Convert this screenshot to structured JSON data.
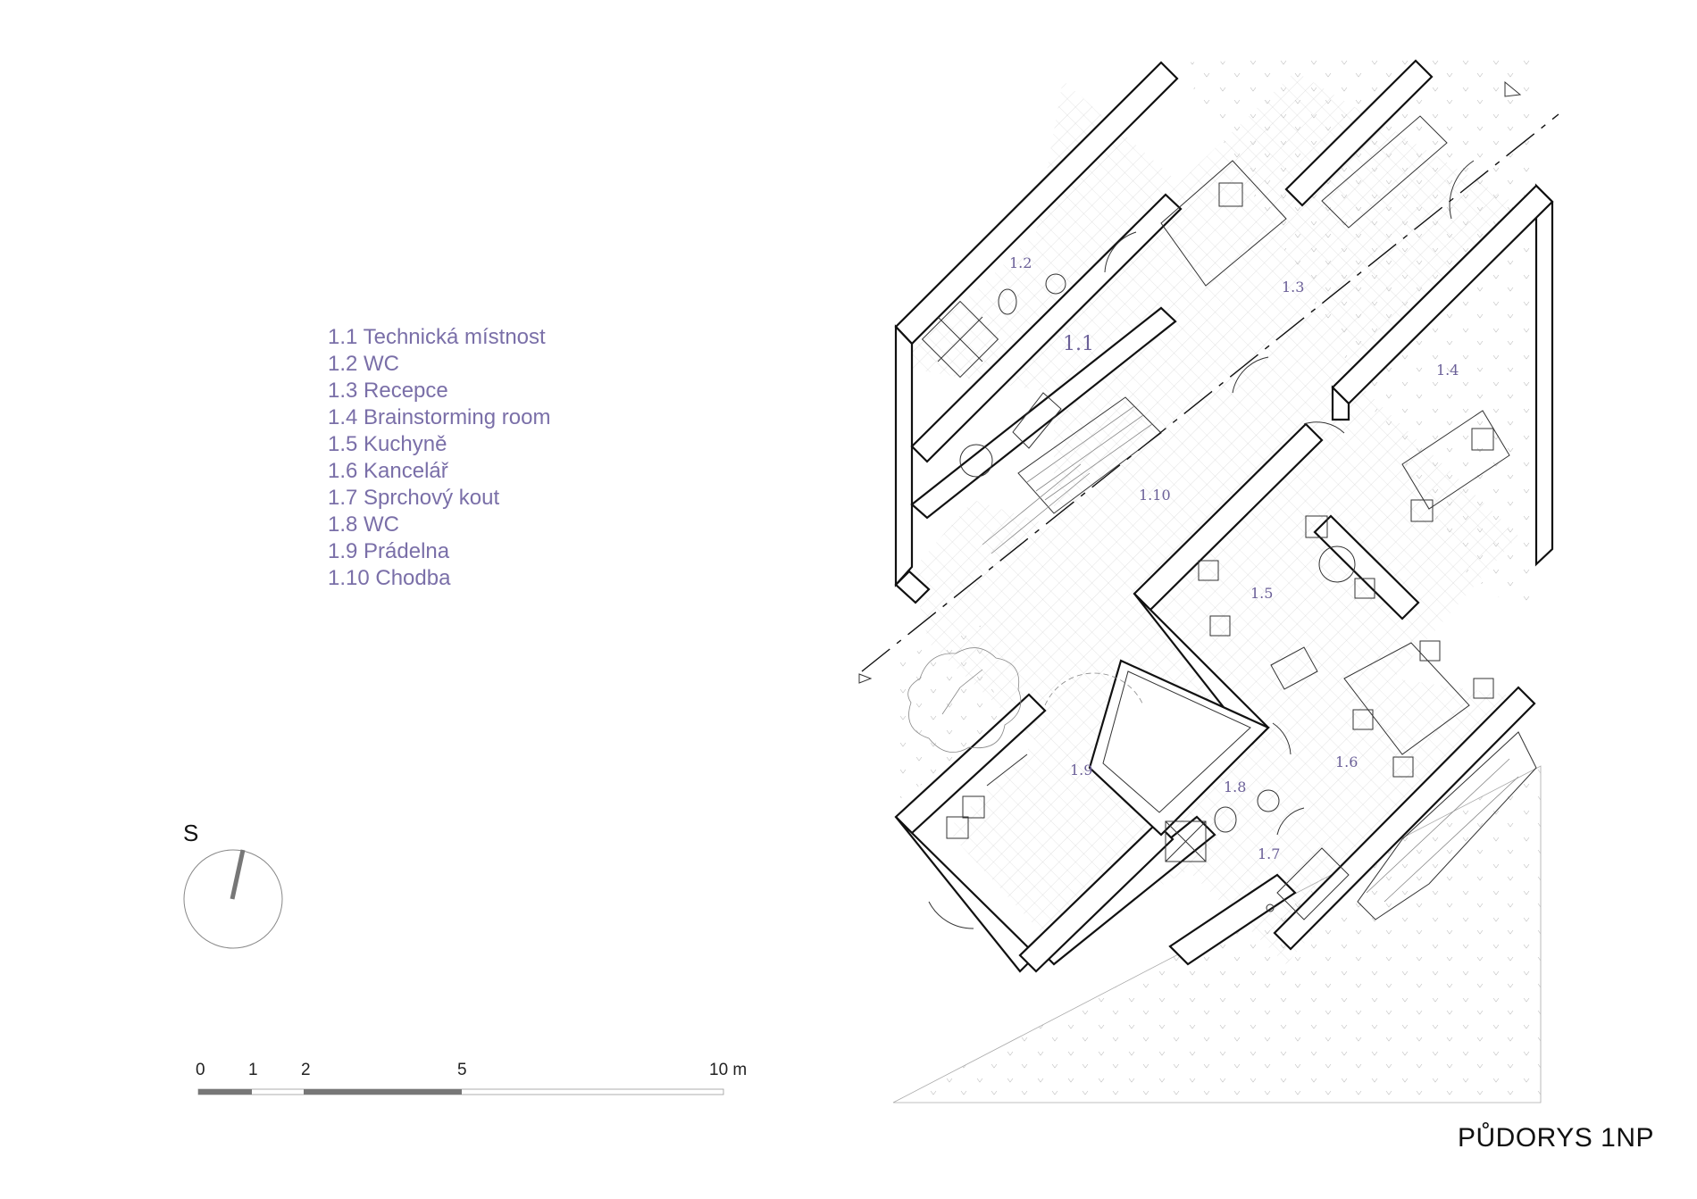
{
  "legend": [
    "1.1 Technická místnost",
    "1.2 WC",
    "1.3 Recepce",
    "1.4 Brainstorming room",
    "1.5 Kuchyně",
    "1.6 Kancelář",
    "1.7 Sprchový kout",
    "1.8 WC",
    "1.9 Prádelna",
    "1.10 Chodba"
  ],
  "room_labels": {
    "r1_1": "1.1",
    "r1_2": "1.2",
    "r1_3": "1.3",
    "r1_4": "1.4",
    "r1_5": "1.5",
    "r1_6": "1.6",
    "r1_7": "1.7",
    "r1_8": "1.8",
    "r1_9": "1.9",
    "r1_10": "1.10"
  },
  "north_arrow": {
    "letter": "S"
  },
  "scale_bar": {
    "labels": [
      "0",
      "1",
      "2",
      "5",
      "10 m"
    ]
  },
  "title": "PŮDORYS 1NP",
  "colors": {
    "room_label": "#6b6098",
    "legend": "#7a6fa8",
    "wall": "#111111",
    "scale_dark": "#777777"
  }
}
